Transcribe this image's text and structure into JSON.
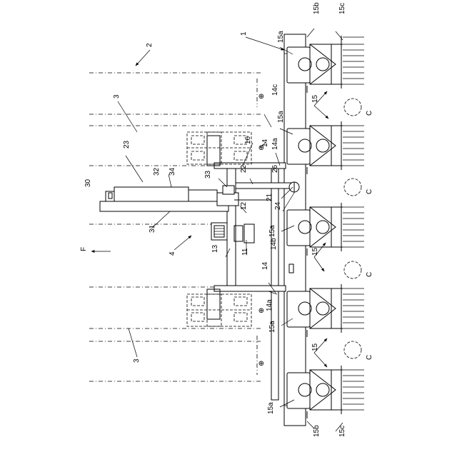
{
  "labels": {
    "l1": "1",
    "l2": "2",
    "l3a": "3",
    "l3b": "3",
    "l4": "4",
    "l11": "11",
    "l12": "12",
    "l13": "13",
    "l14a": "14",
    "l14b": "14",
    "l14a_1": "14a",
    "l14a_2": "14a",
    "l14b_": "14b",
    "l14c": "14c",
    "l15a_t": "15",
    "l15a_m": "15",
    "l15a_b": "15",
    "l15a_1": "15a",
    "l15a_2": "15a",
    "l15a_3": "15a",
    "l15a_4": "15a",
    "l15a_5": "15a",
    "l15b_t": "15b",
    "l15b_b": "15b",
    "l15c_t": "15c",
    "l15c_b": "15c",
    "l16": "16",
    "l21": "21",
    "l22": "22",
    "l23": "23",
    "l24": "24",
    "l26": "26",
    "l30": "30",
    "l31": "31",
    "l32": "32",
    "l33": "33",
    "l34": "34",
    "lF": "F",
    "lC1": "C",
    "lC2": "C",
    "lC3": "C",
    "lC4": "C"
  }
}
